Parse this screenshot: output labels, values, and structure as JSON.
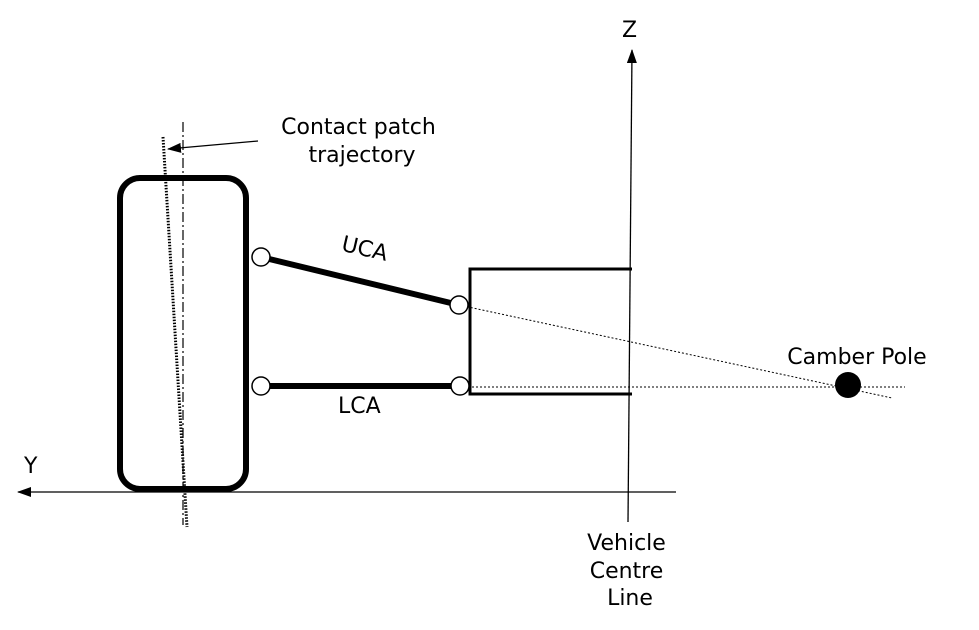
{
  "labels": {
    "z_axis": "Z",
    "y_axis": "Y",
    "contact_patch_line1": "Contact patch",
    "contact_patch_line2": "trajectory",
    "uca": "UCA",
    "lca": "LCA",
    "camber_pole": "Camber Pole",
    "vehicle_centre_line1": "Vehicle",
    "vehicle_centre_line2": "Centre",
    "vehicle_centre_line3": "Line"
  },
  "colors": {
    "stroke": "#000000",
    "background": "#ffffff"
  }
}
